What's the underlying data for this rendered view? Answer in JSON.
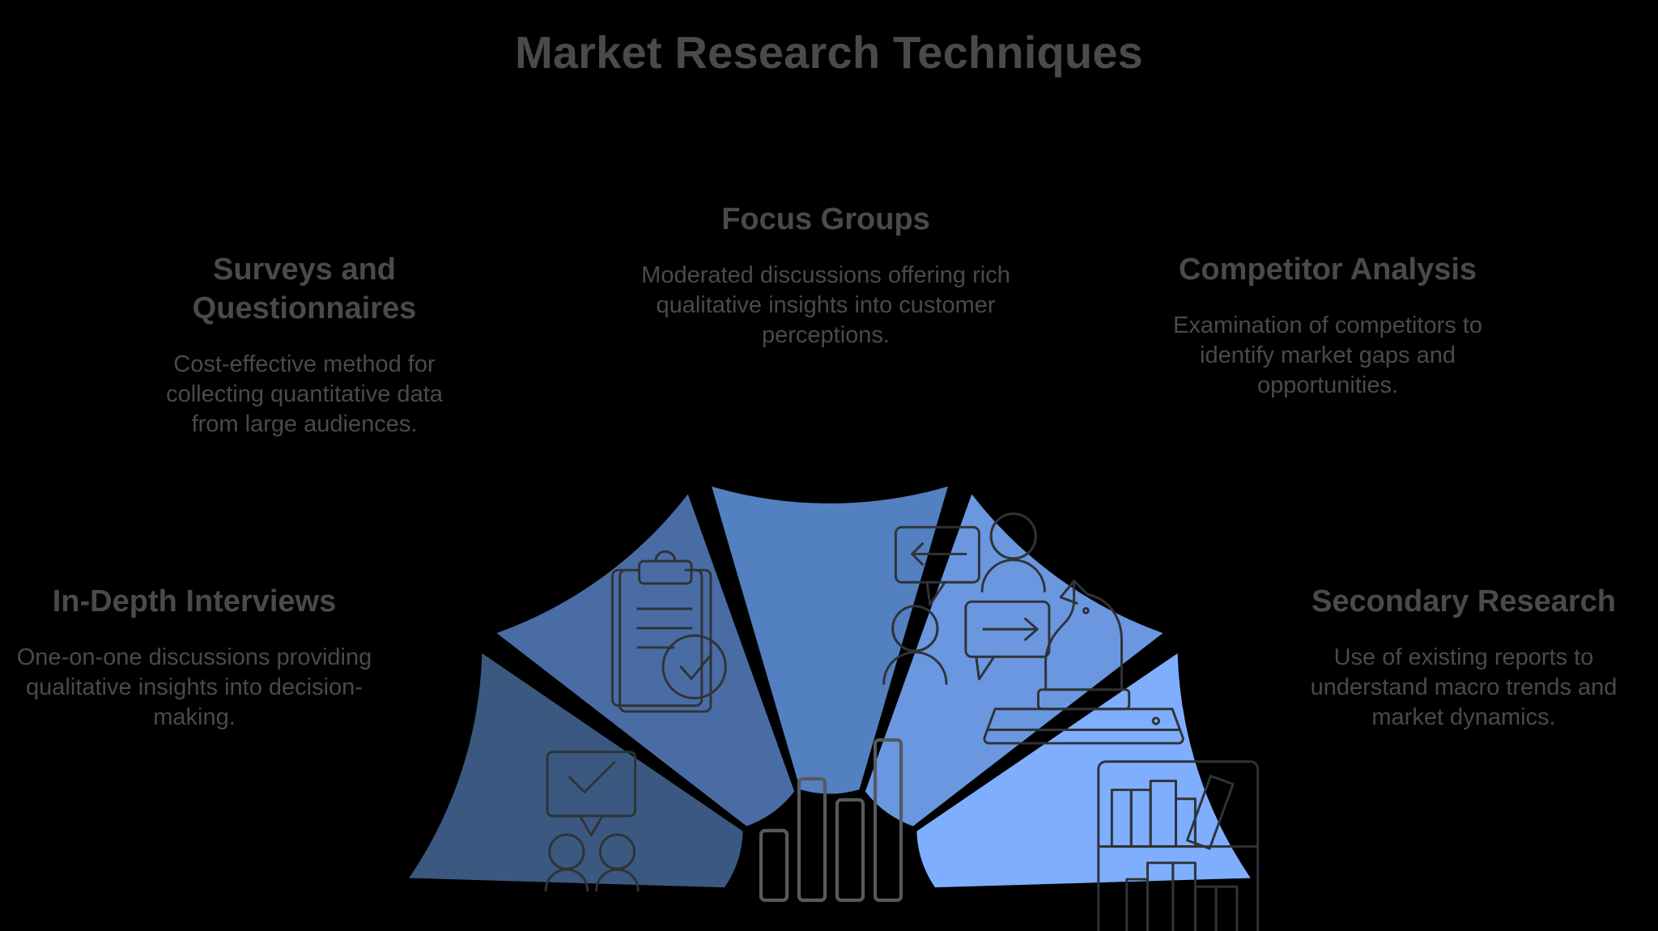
{
  "title": "Market Research Techniques",
  "accent_colors": {
    "text": "#4a4a4a",
    "background": "#000000",
    "icon_stroke": "#2f3337",
    "hub_icon_stroke": "#555a5e"
  },
  "chart_data": {
    "type": "pie",
    "title": "Market Research Techniques",
    "layout": "semicircular 5-segment fan, hollow center hub, equal 36° slices spanning 180°",
    "legend": "inline labels around the fan",
    "categories": [
      "In-Depth Interviews",
      "Surveys and Questionnaires",
      "Focus Groups",
      "Competitor Analysis",
      "Secondary Research"
    ],
    "values": [
      20,
      20,
      20,
      20,
      20
    ],
    "colors": [
      "#3b5880",
      "#4a6ca5",
      "#5380c0",
      "#6a97e0",
      "#7faeff"
    ]
  },
  "segments": [
    {
      "id": "in-depth-interviews",
      "heading": "In-Depth Interviews",
      "body": "One-on-one discussions providing qualitative insights into decision-making.",
      "color": "#3b5880",
      "icon": "speech-bubble-check-with-two-people-icon",
      "share": 20
    },
    {
      "id": "surveys-and-questionnaires",
      "heading": "Surveys and Questionnaires",
      "body": "Cost-effective method for collecting quantitative data from large audiences.",
      "color": "#4a6ca5",
      "icon": "clipboard-check-icon",
      "share": 20
    },
    {
      "id": "focus-groups",
      "heading": "Focus Groups",
      "body": "Moderated discussions offering rich qualitative insights into customer perceptions.",
      "color": "#5380c0",
      "icon": "two-people-chat-bubbles-icon",
      "share": 20
    },
    {
      "id": "competitor-analysis",
      "heading": "Competitor Analysis",
      "body": "Examination of competitors to identify market gaps and opportunities.",
      "color": "#6a97e0",
      "icon": "chess-knight-icon",
      "share": 20
    },
    {
      "id": "secondary-research",
      "heading": "Secondary Research",
      "body": "Use of existing reports to understand macro trends and market dynamics.",
      "color": "#7faeff",
      "icon": "bookshelf-icon",
      "share": 20
    }
  ],
  "hub": {
    "icon": "bar-chart-icon",
    "bars": [
      1,
      2,
      1.6,
      3
    ]
  }
}
